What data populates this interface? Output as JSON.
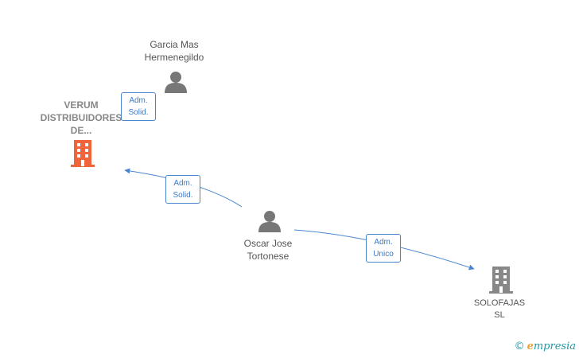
{
  "nodes": {
    "garcia": {
      "line1": "Garcia Mas",
      "line2": "Hermenegildo"
    },
    "verum": {
      "line1": "VERUM",
      "line2": "DISTRIBUIDORES",
      "line3": "DE..."
    },
    "oscar": {
      "line1": "Oscar Jose",
      "line2": "Tortonese"
    },
    "solofajas": {
      "line1": "SOLOFAJAS",
      "line2": "SL"
    }
  },
  "edges": {
    "garcia_verum": {
      "line1": "Adm.",
      "line2": "Solid."
    },
    "oscar_verum": {
      "line1": "Adm.",
      "line2": "Solid."
    },
    "oscar_solofajas": {
      "line1": "Adm.",
      "line2": "Unico"
    }
  },
  "colors": {
    "edge": "#4a86cf",
    "person_icon": "#777777",
    "company_main_icon": "#f0643c",
    "company_icon": "#888888"
  },
  "icons": {
    "person": "person-icon",
    "company": "building-icon"
  },
  "footer": {
    "copyright": "©",
    "brand": "mpresia",
    "brand_initial": "e"
  }
}
